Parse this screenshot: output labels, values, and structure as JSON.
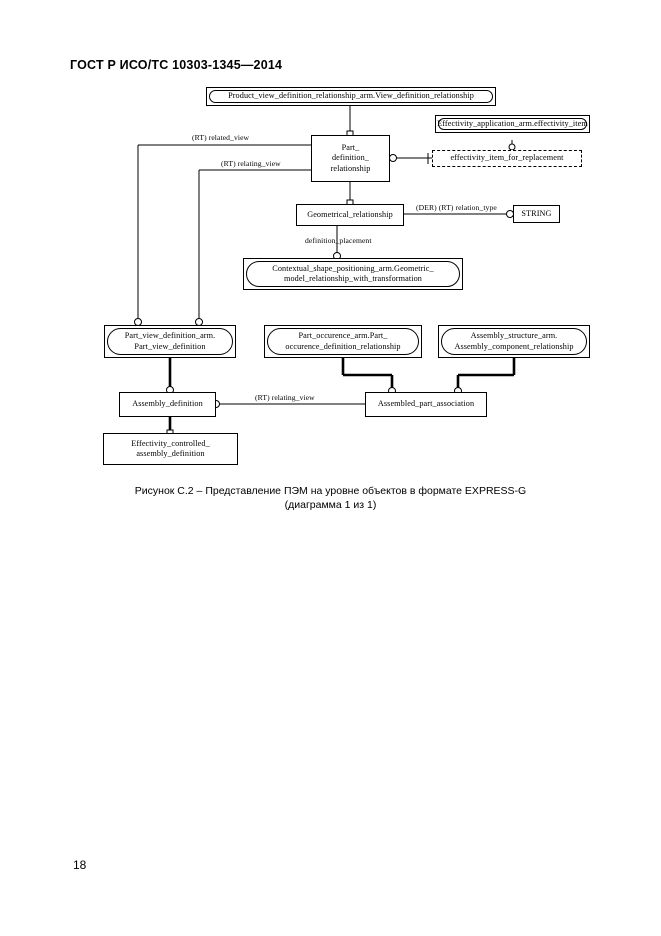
{
  "document": {
    "header": "ГОСТ Р ИСО/ТС 10303-1345—2014",
    "page_number": "18",
    "caption_line1": "Рисунок  С.2 – Представление ПЭМ на уровне объектов в формате EXPRESS-G",
    "caption_line2": "(диаграмма 1 из 1)"
  },
  "diagram": {
    "nodes": [
      {
        "id": "product_view_definition_relationship",
        "label": "Product_view_definition_relationship_arm.View_definition_relationship",
        "shape": "rounded-in-rect"
      },
      {
        "id": "effectivity_application",
        "label": "Effectivity_application_arm.effectivity_item",
        "shape": "rounded-in-rect"
      },
      {
        "id": "part_definition_relationship",
        "label": "Part_\ndefinition_\nrelationship",
        "shape": "rect"
      },
      {
        "id": "effectivity_item_for_replacement",
        "label": "effectivity_item_for_replacement",
        "shape": "dashed-rect"
      },
      {
        "id": "geometrical_relationship",
        "label": "Geometrical_relationship",
        "shape": "rect"
      },
      {
        "id": "string_type",
        "label": "STRING",
        "shape": "rect"
      },
      {
        "id": "contextual_shape_positioning",
        "label": "Contextual_shape_positioning_arm.Geometric_\nmodel_relationship_with_transformation",
        "shape": "rounded-in-rect"
      },
      {
        "id": "part_view_definition",
        "label": "Part_view_definition_arm.\nPart_view_definition",
        "shape": "rounded-in-rect"
      },
      {
        "id": "part_occurence",
        "label": "Part_occurence_arm.Part_\noccurence_definition_relationship",
        "shape": "rounded-in-rect"
      },
      {
        "id": "assembly_structure",
        "label": "Assembly_structure_arm.\nAssembly_component_relationship",
        "shape": "rounded-in-rect"
      },
      {
        "id": "assembly_definition",
        "label": "Assembly_definition",
        "shape": "rect"
      },
      {
        "id": "assembled_part_association",
        "label": "Assembled_part_association",
        "shape": "rect"
      },
      {
        "id": "effectivity_controlled_assembly_definition",
        "label": "Effectivity_controlled_\nassembly_definition",
        "shape": "rect"
      }
    ],
    "edge_labels": [
      {
        "id": "related_view",
        "text": "(RT) related_view"
      },
      {
        "id": "relating_view_top",
        "text": "(RT) relating_view"
      },
      {
        "id": "relation_type",
        "text": "(DER) (RT) relation_type"
      },
      {
        "id": "definition_placement",
        "text": "definition_placement"
      },
      {
        "id": "relating_view_bottom",
        "text": "(RT) relating_view"
      }
    ]
  }
}
